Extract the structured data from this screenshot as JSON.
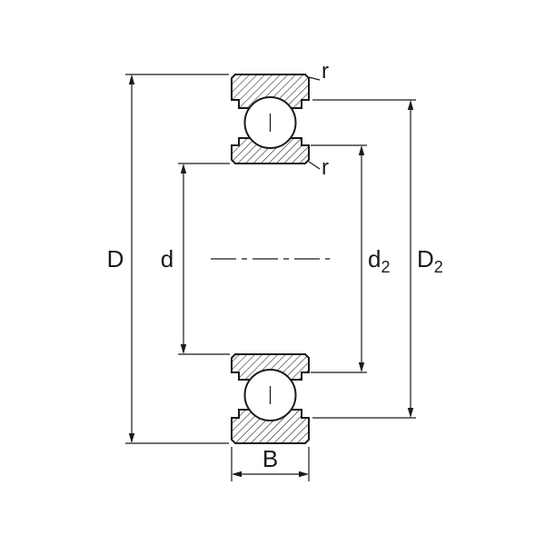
{
  "drawing": {
    "labels": {
      "outer_diameter": "D",
      "bore_diameter": "d",
      "inner_recess_main": "d",
      "inner_recess_sub": "2",
      "outer_recess_main": "D",
      "outer_recess_sub": "2",
      "width": "B",
      "chamfer_top": "r",
      "chamfer_inner": "r"
    },
    "colors": {
      "line": "#1a1a1a",
      "background": "#ffffff"
    }
  }
}
